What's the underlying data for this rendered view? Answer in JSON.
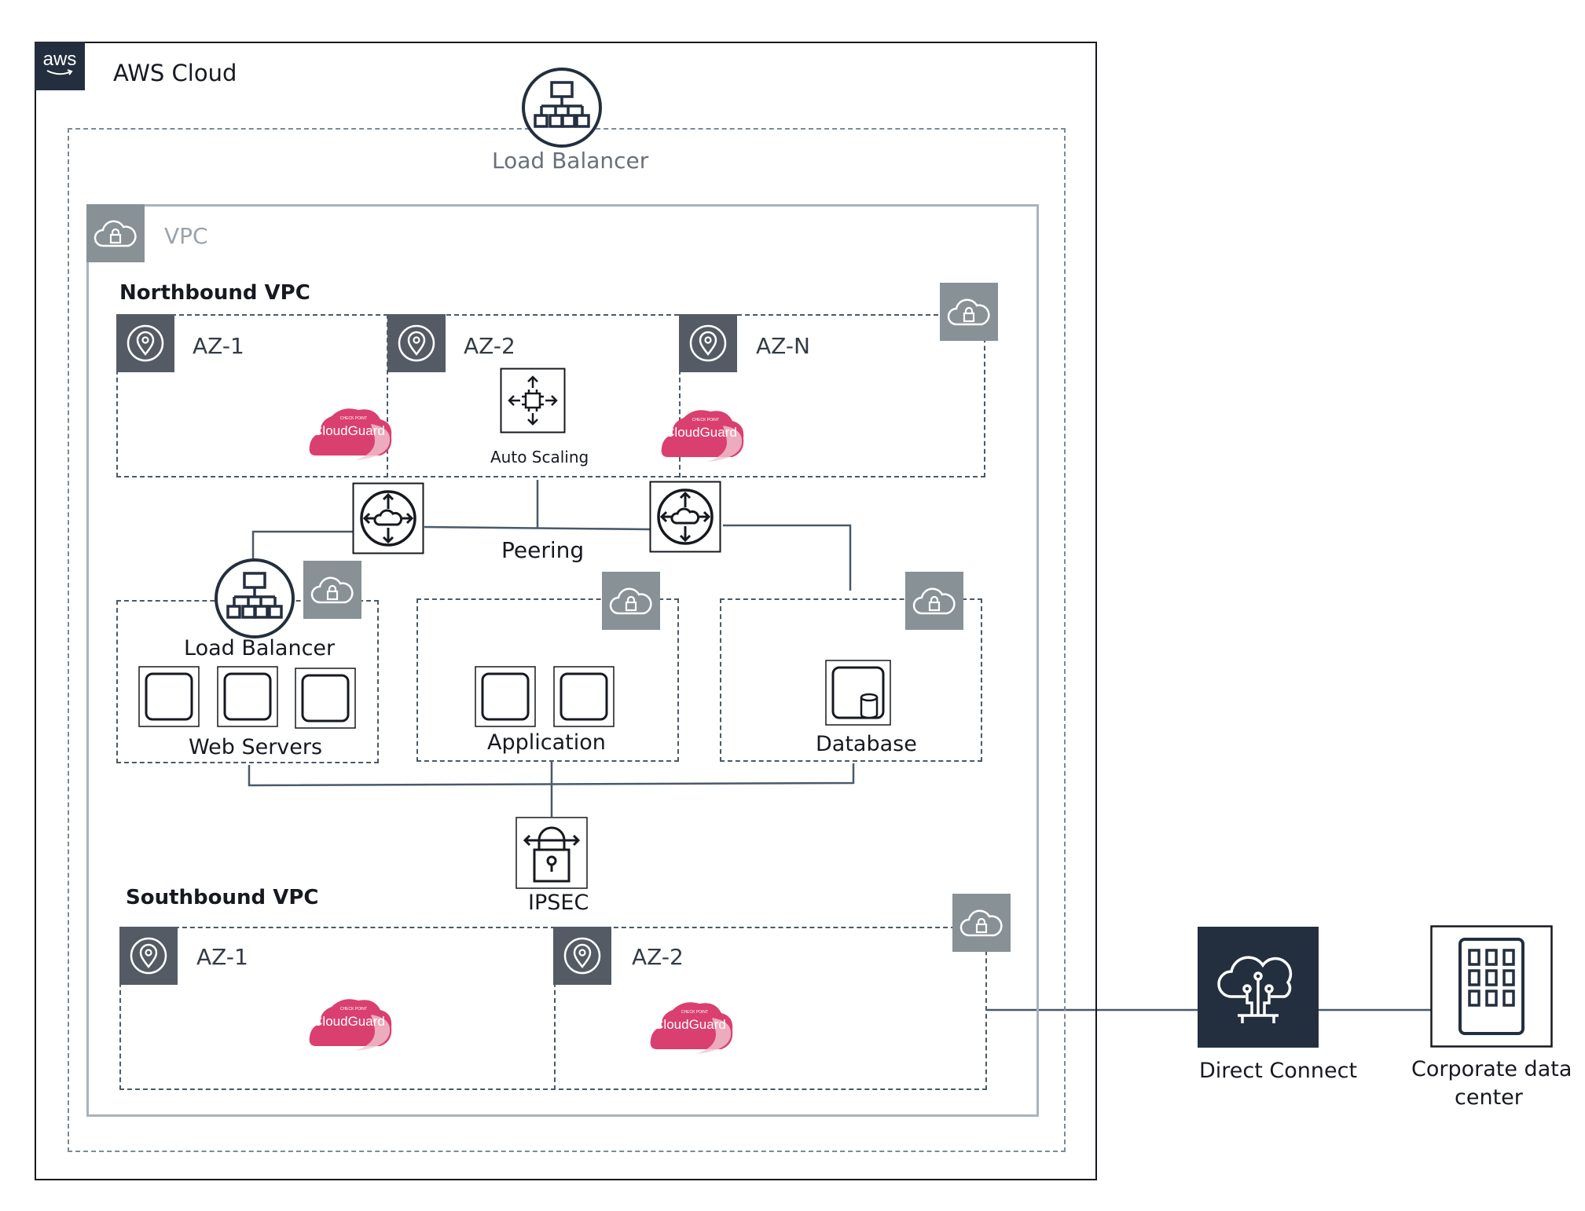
{
  "aws_cloud": {
    "logo_text": "aws",
    "label": "AWS Cloud"
  },
  "top_load_balancer": {
    "label": "Load Balancer"
  },
  "vpc": {
    "label": "VPC"
  },
  "northbound": {
    "title": "Northbound VPC",
    "azs": [
      "AZ-1",
      "AZ-2",
      "AZ-N"
    ],
    "auto_scaling_label": "Auto Scaling"
  },
  "peering": {
    "label": "Peering"
  },
  "subnets": {
    "web": {
      "load_balancer_label": "Load Balancer",
      "label": "Web Servers"
    },
    "application": {
      "label": "Application"
    },
    "database": {
      "label": "Database"
    }
  },
  "ipsec": {
    "label": "IPSEC"
  },
  "southbound": {
    "title": "Southbound VPC",
    "azs": [
      "AZ-1",
      "AZ-2"
    ]
  },
  "cloudguard": {
    "brand": "CloudGuard",
    "tagline": "CHECK POINT"
  },
  "direct_connect": {
    "label": "Direct Connect"
  },
  "corporate_dc": {
    "label_line1": "Corporate data",
    "label_line2": "center"
  },
  "colors": {
    "dark_tile": "#232f3e",
    "az_badge": "#545b64",
    "vpc_badge": "#879196",
    "cloudguard_pink": "#d9406f",
    "border": "#16191f"
  }
}
